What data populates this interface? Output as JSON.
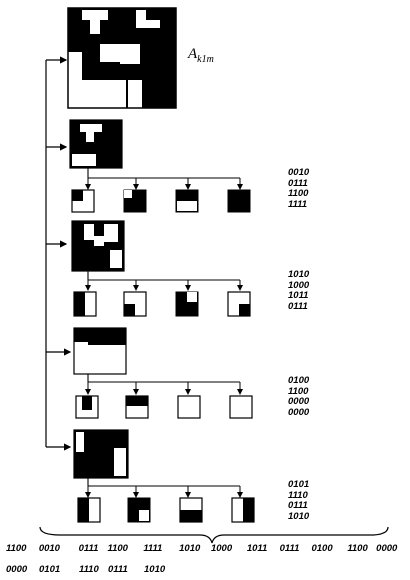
{
  "main_label": {
    "base": "A",
    "sub": "k1m"
  },
  "code_groups": [
    [
      "0010",
      "0111",
      "1100",
      "1111"
    ],
    [
      "1010",
      "1000",
      "1011",
      "0111"
    ],
    [
      "0100",
      "1100",
      "0000",
      "0000"
    ],
    [
      "0101",
      "1110",
      "0111",
      "1010"
    ]
  ],
  "bottom_row_1": [
    "1100",
    "0010",
    "0111",
    "1100",
    "1111",
    "1010",
    "1000",
    "1011",
    "0111",
    "0100",
    "1100",
    "0000"
  ],
  "bottom_row_2": [
    "0000",
    "0101",
    "1110",
    "0111",
    "1010"
  ]
}
